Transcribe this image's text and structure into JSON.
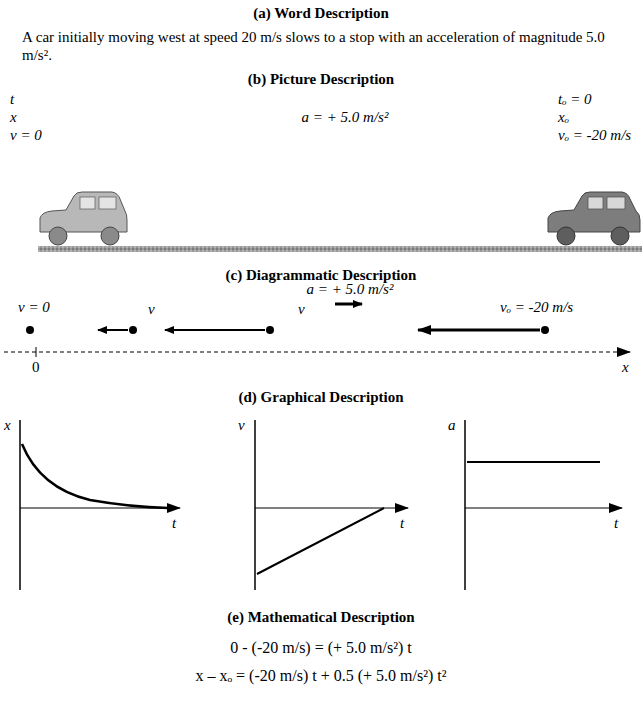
{
  "diagram": {
    "labels": [
      "(a) Word Description",
      "A car initially moving west at speed 20 m/s slows to a stop with an acceleration of magnitude 5.0 m/s².",
      "(b) Picture Description",
      "t",
      "x",
      "v = 0",
      "a = + 5.0 m/s²",
      "tₒ = 0",
      "xₒ",
      "vₒ = -20 m/s",
      "(c) Diagrammatic Description",
      "v = 0",
      "v",
      "v",
      "a = + 5.0 m/s²",
      "vₒ = -20 m/s",
      "0",
      "x",
      "(d) Graphical Description",
      "x",
      "t",
      "v",
      "t",
      "a",
      "t",
      "(e) Mathematical Description",
      "0 - (-20 m/s)  =  (+ 5.0 m/s²) t",
      "x – xₒ = (-20 m/s) t + 0.5 (+ 5.0 m/s²) t²"
    ]
  }
}
